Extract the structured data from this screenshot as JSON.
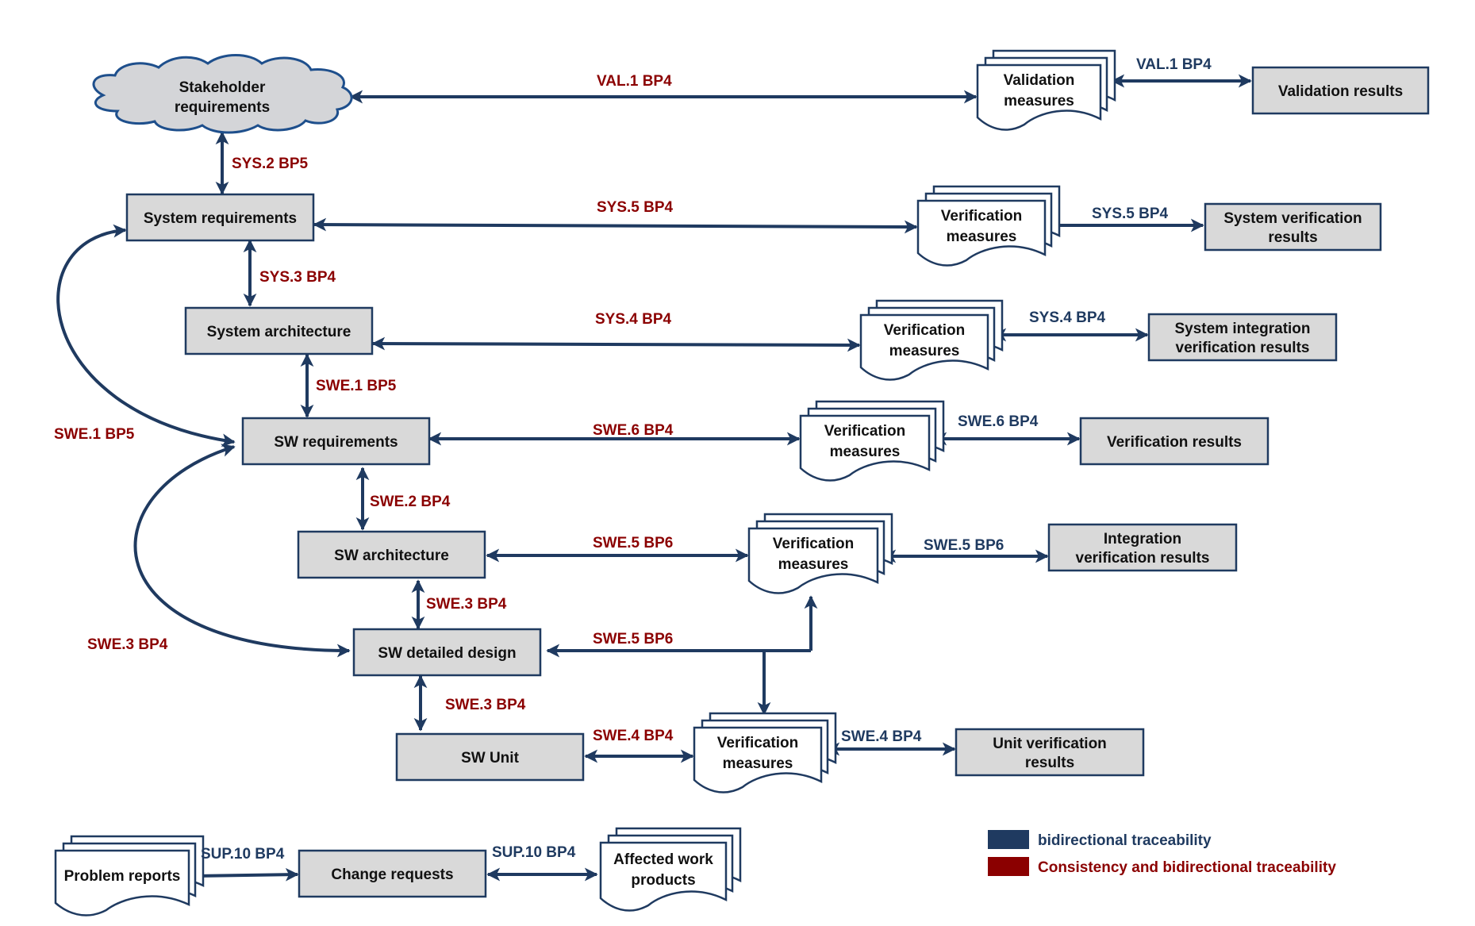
{
  "nodes": {
    "stakeholder": [
      "Stakeholder",
      "requirements"
    ],
    "system_requirements": [
      "System requirements"
    ],
    "system_architecture": [
      "System architecture"
    ],
    "sw_requirements": [
      "SW requirements"
    ],
    "sw_architecture": [
      "SW architecture"
    ],
    "sw_detailed_design": [
      "SW detailed design"
    ],
    "sw_unit": [
      "SW Unit"
    ],
    "validation_measures": [
      "Validation",
      "measures"
    ],
    "validation_results": [
      "Validation results"
    ],
    "verif_sys5": [
      "Verification",
      "measures"
    ],
    "system_verification_results": [
      "System verification",
      "results"
    ],
    "verif_sys4": [
      "Verification",
      "measures"
    ],
    "system_integration_results": [
      "System integration",
      "verification results"
    ],
    "verif_swe6": [
      "Verification",
      "measures"
    ],
    "verification_results": [
      "Verification results"
    ],
    "verif_swe5": [
      "Verification",
      "measures"
    ],
    "integration_results": [
      "Integration",
      "verification results"
    ],
    "verif_swe4": [
      "Verification",
      "measures"
    ],
    "unit_verification_results": [
      "Unit verification",
      "results"
    ],
    "problem_reports": [
      "Problem reports"
    ],
    "change_requests": [
      "Change requests"
    ],
    "affected_work_products": [
      "Affected work",
      "products"
    ]
  },
  "labels": {
    "val1_bp4_red": "VAL.1 BP4",
    "val1_bp4_blue": "VAL.1 BP4",
    "sys2_bp5": "SYS.2 BP5",
    "sys5_bp4_red": "SYS.5 BP4",
    "sys5_bp4_blue": "SYS.5 BP4",
    "sys3_bp4": "SYS.3 BP4",
    "sys4_bp4_red": "SYS.4 BP4",
    "sys4_bp4_blue": "SYS.4 BP4",
    "swe1_bp5_vertical": "SWE.1 BP5",
    "swe1_bp5_curve": "SWE.1 BP5",
    "swe6_bp4_red": "SWE.6 BP4",
    "swe6_bp4_blue": "SWE.6 BP4",
    "swe2_bp4": "SWE.2 BP4",
    "swe5_bp6_red": "SWE.5 BP6",
    "swe5_bp6_blue": "SWE.5 BP6",
    "swe3_bp4_vertical": "SWE.3 BP4",
    "swe3_bp4_curve": "SWE.3 BP4",
    "swe5_bp6_detailed": "SWE.5 BP6",
    "swe4_bp4_red": "SWE.4 BP4",
    "swe4_bp4_blue": "SWE.4 BP4",
    "sup10_bp4_left": "SUP.10 BP4",
    "sup10_bp4_right": "SUP.10 BP4"
  },
  "legend": {
    "items": [
      {
        "label": "bidirectional traceability",
        "color": "#1f3a60"
      },
      {
        "label": "Consistency and bidirectional traceability",
        "color": "#8b0000"
      }
    ]
  },
  "colors": {
    "blue": "#1f3a60",
    "red": "#8b0000",
    "box_fill": "#d9d9d9"
  }
}
